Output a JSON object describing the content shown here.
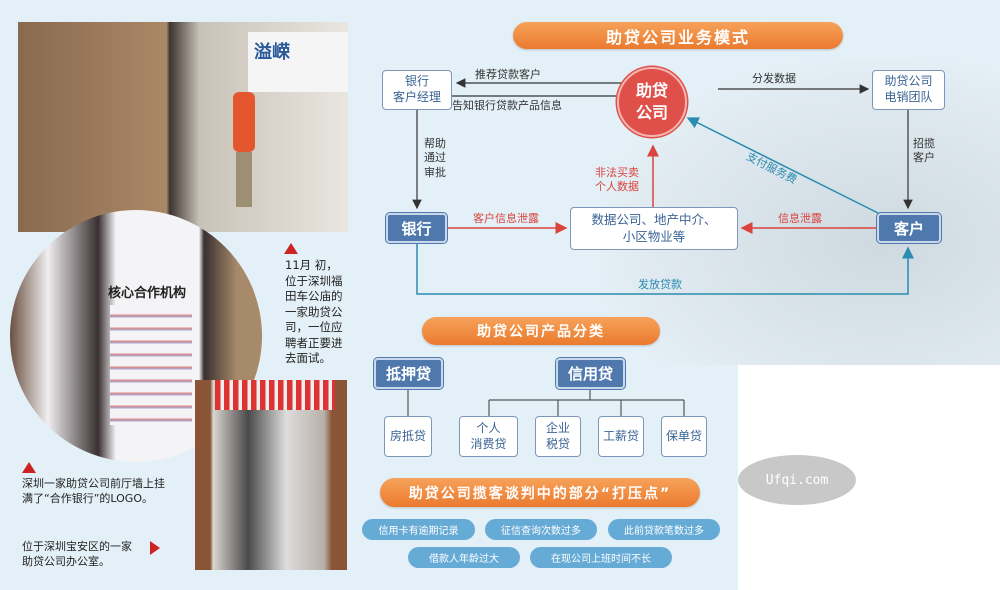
{
  "flow": {
    "title": "助贷公司业务模式",
    "center": "助贷\n公司",
    "bank_manager": "银行\n客户经理",
    "telesales": "助贷公司\n电销团队",
    "bank": "银行",
    "customer": "客户",
    "data_sources": "数据公司、地产中介、\n小区物业等",
    "edge_recommend": "推荐贷款客户",
    "edge_inform": "告知银行贷款产品信息",
    "edge_distribute": "分发数据",
    "edge_help": "帮助\n通过\n审批",
    "edge_solicit": "招揽\n客户",
    "edge_pay": "支付服务费",
    "edge_illegal": "非法买卖\n个人数据",
    "edge_bank_leak": "客户信息泄露",
    "edge_info_leak": "信息泄露",
    "edge_loan": "发放贷款",
    "colors": {
      "red": "#d9443f",
      "blue": "#2b8bb0",
      "dark": "#333333"
    }
  },
  "products": {
    "title": "助贷公司产品分类",
    "mortgage": "抵押贷",
    "credit": "信用贷",
    "mortgage_children": [
      "房抵贷"
    ],
    "credit_children": [
      "个人\n消费贷",
      "企业\n税贷",
      "工薪贷",
      "保单贷"
    ]
  },
  "pressure": {
    "title": "助贷公司揽客谈判中的部分“打压点”",
    "items": [
      "信用卡有逾期记录",
      "征信查询次数过多",
      "此前贷款笔数过多",
      "借款人年龄过大",
      "在现公司上班时间不长"
    ]
  },
  "captions": {
    "photo1": "11月 初，\n位于深圳福\n田车公庙的\n一家助贷公\n司，一位应\n聘者正要进\n去面试。",
    "photo2": "深圳一家助贷公司前厅墙上挂\n满了“合作银行”的LOGO。",
    "photo3": "位于深圳宝安区的一家\n助贷公司办公室。",
    "photo2_sign": "核心合作机构",
    "photo1_sign": "溢嵘"
  },
  "watermark": "Ufqi.com"
}
